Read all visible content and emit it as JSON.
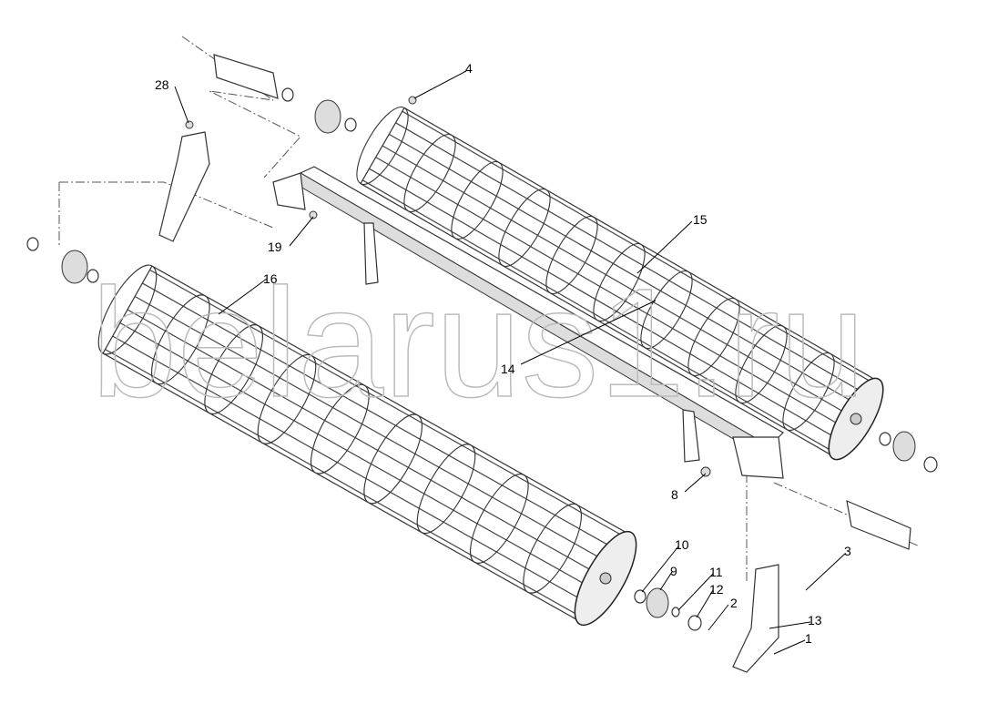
{
  "diagram": {
    "watermark": "belarus1.ru",
    "parts": [
      {
        "id": "4",
        "label": "4"
      },
      {
        "id": "28",
        "label": "28"
      },
      {
        "id": "15",
        "label": "15"
      },
      {
        "id": "19",
        "label": "19"
      },
      {
        "id": "16",
        "label": "16"
      },
      {
        "id": "14",
        "label": "14"
      },
      {
        "id": "8",
        "label": "8"
      },
      {
        "id": "10",
        "label": "10"
      },
      {
        "id": "9",
        "label": "9"
      },
      {
        "id": "11",
        "label": "11"
      },
      {
        "id": "12",
        "label": "12"
      },
      {
        "id": "2",
        "label": "2"
      },
      {
        "id": "3",
        "label": "3"
      },
      {
        "id": "13",
        "label": "13"
      },
      {
        "id": "1",
        "label": "1"
      }
    ]
  }
}
